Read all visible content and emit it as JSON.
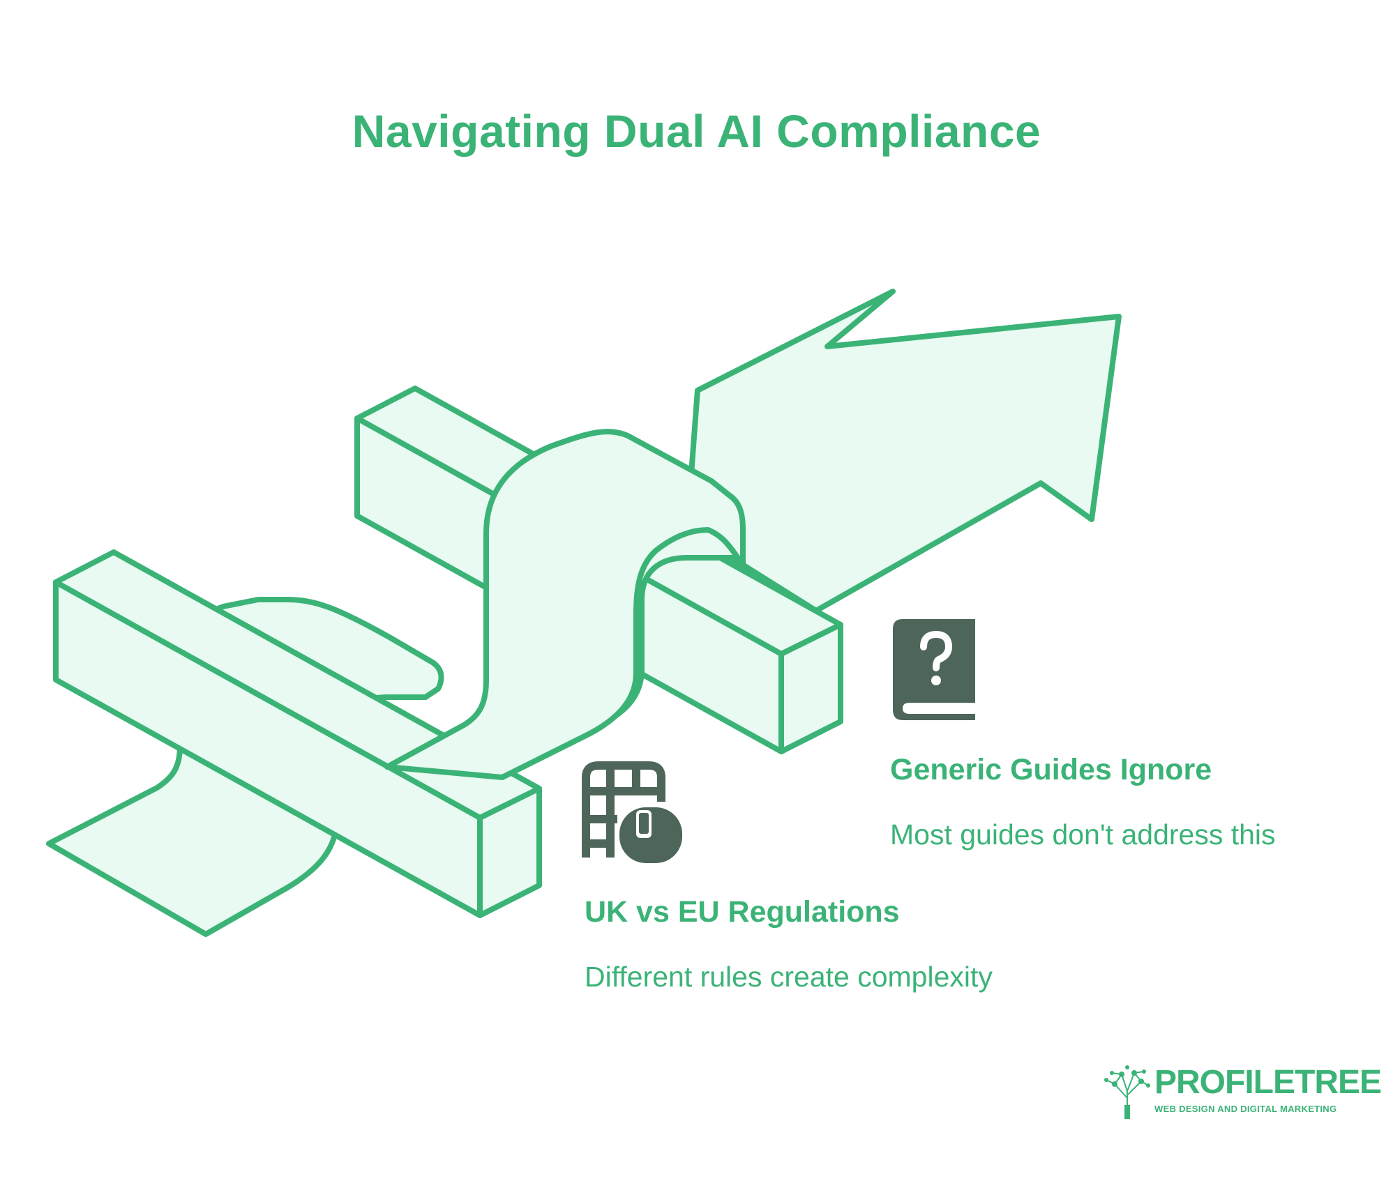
{
  "title": "Navigating Dual AI Compliance",
  "items": [
    {
      "icon": "door-key-grid-icon",
      "heading": "UK vs EU Regulations",
      "description": "Different rules create complexity"
    },
    {
      "icon": "question-book-icon",
      "heading": "Generic Guides Ignore",
      "description": "Most guides don't address this"
    }
  ],
  "logo": {
    "name": "PROFILETREE",
    "tagline": "WEB DESIGN AND DIGITAL MARKETING"
  },
  "colors": {
    "accent": "#3bb377",
    "fill": "#e8faf1",
    "icon": "#4d6659"
  }
}
